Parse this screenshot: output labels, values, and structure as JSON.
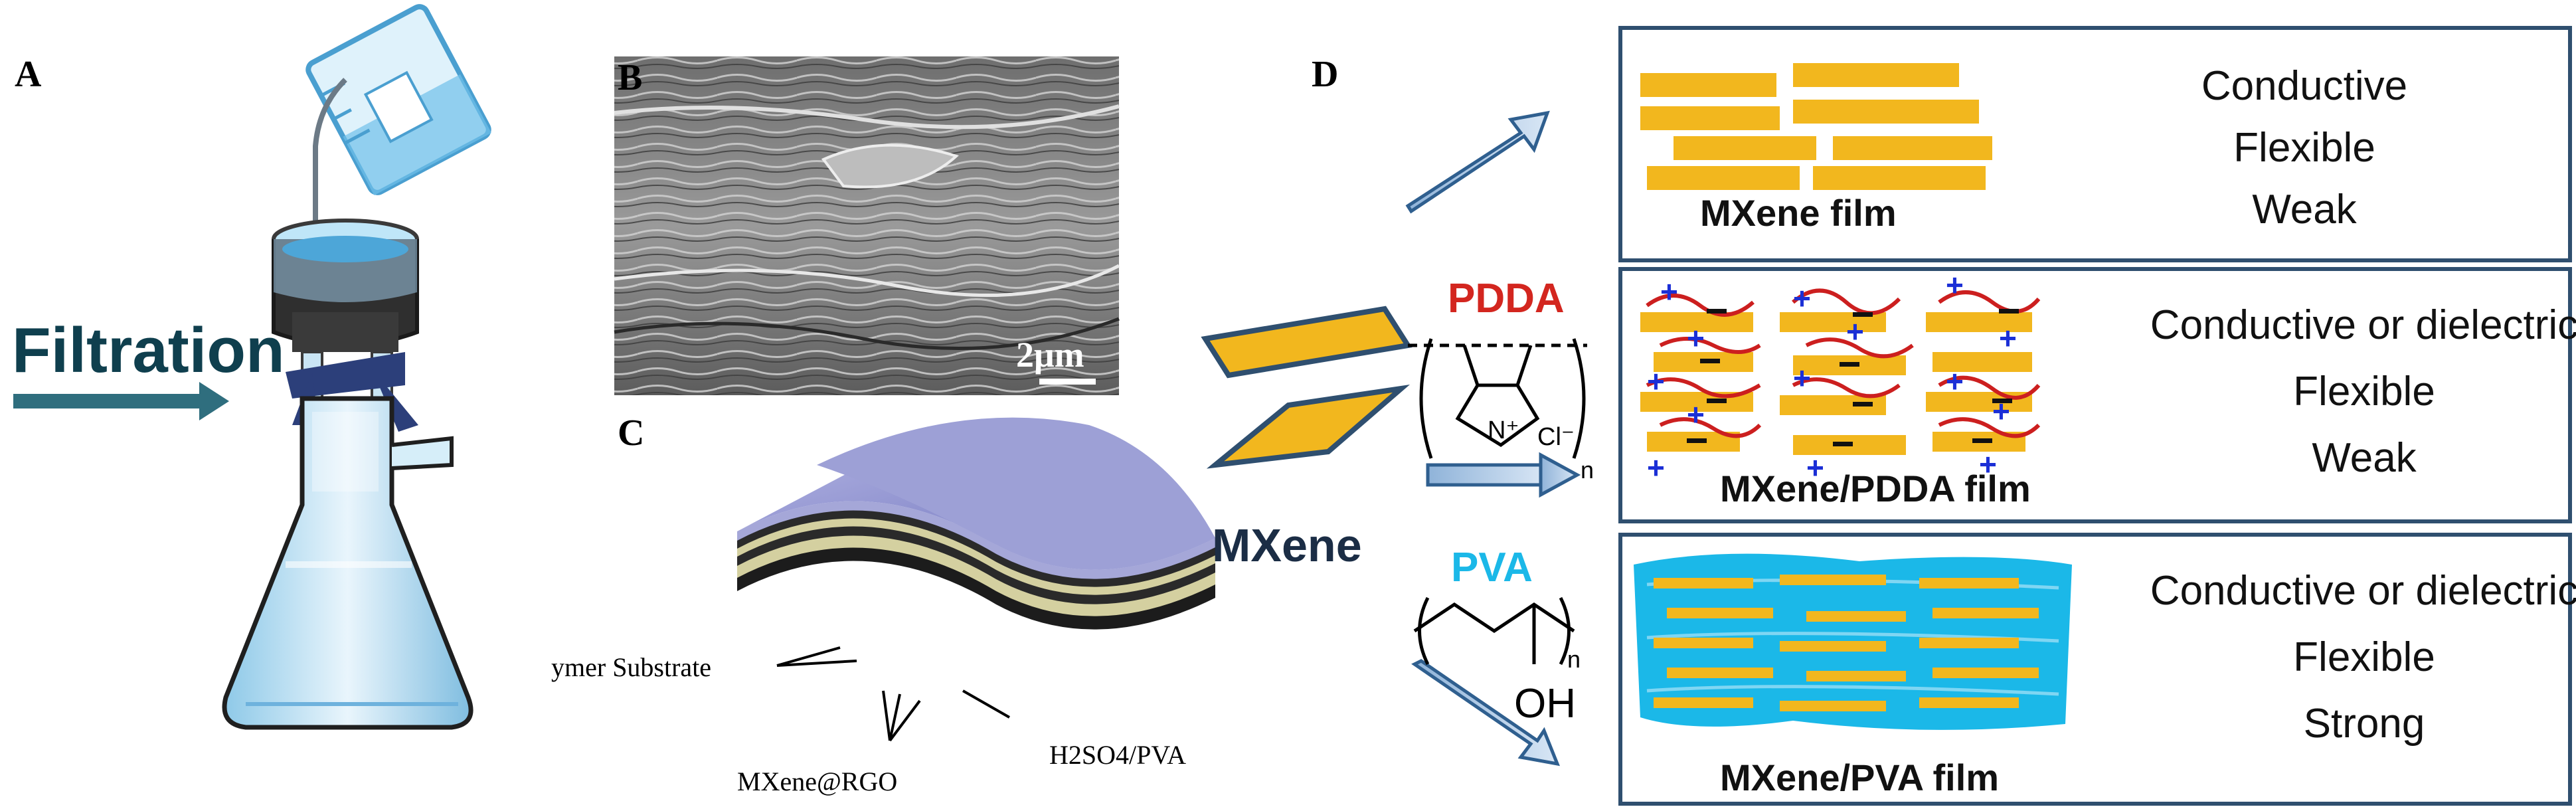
{
  "panels": {
    "a": {
      "letter": "A",
      "filtration_label": "Filtration"
    },
    "b": {
      "letter": "B",
      "scale_bar": "2μm"
    },
    "c": {
      "letter": "C",
      "polymer_label": "ymer Substrate",
      "mxene_label": "MXene@RGO",
      "electrolyte_label": "H2SO4/PVA"
    },
    "d": {
      "letter": "D",
      "mxene_label": "MXene",
      "pdda_label": "PDDA",
      "pva_label": "PVA",
      "chloride": "Cl⁻",
      "nitrogen": "N⁺",
      "subscript_n": "n",
      "hydroxyl": "OH",
      "films": [
        {
          "label": "MXene film",
          "properties": [
            "Conductive",
            "Flexible",
            "Weak"
          ]
        },
        {
          "label": "MXene/PDDA film",
          "properties": [
            "Conductive or dielectric",
            "Flexible",
            "Weak"
          ]
        },
        {
          "label": "MXene/PVA film",
          "properties": [
            "Conductive or dielectric",
            "Flexible",
            "Strong"
          ]
        }
      ]
    }
  },
  "colors": {
    "mxene_flake": "#f2b71e",
    "box_border": "#2f4f6f",
    "arrow_fill": "#b3cde8",
    "pdda_red": "#d3261f",
    "pva_cyan": "#1bb8e8",
    "polymer_chain": "#cc1f1f",
    "plus_blue": "#1b2fd6",
    "filtration_arrow": "#2f6e7e"
  }
}
